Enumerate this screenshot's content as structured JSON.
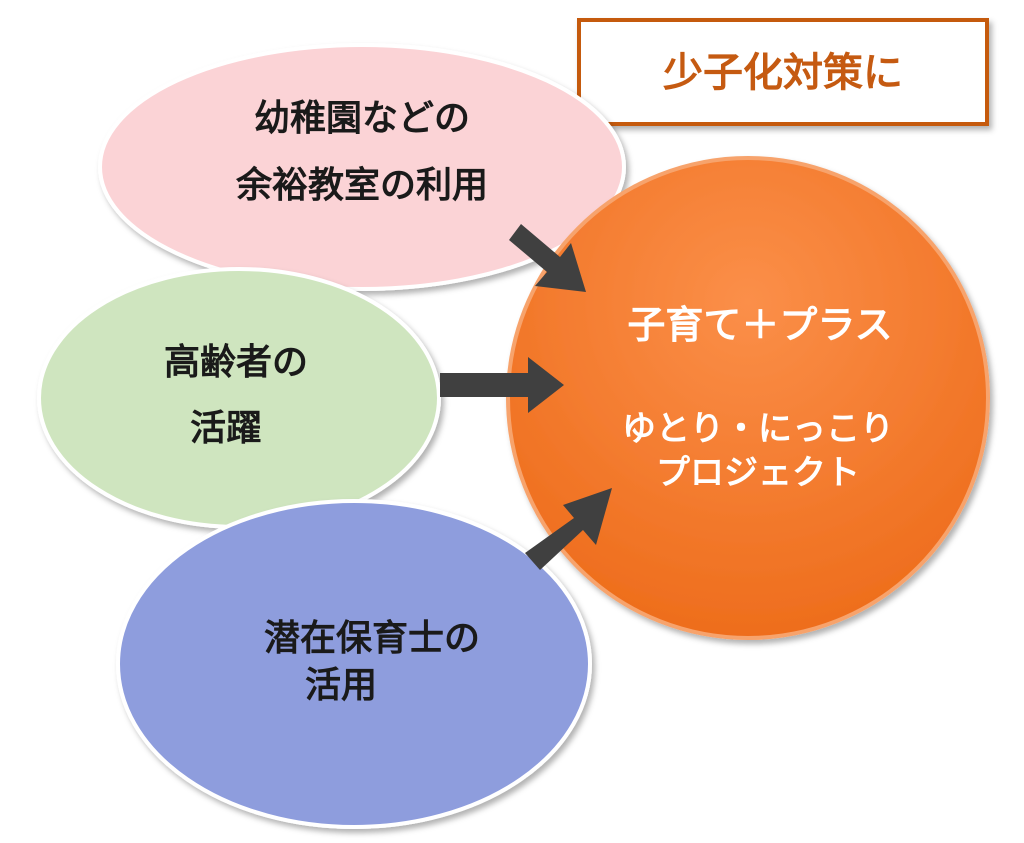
{
  "title_box": {
    "label": "少子化対策に"
  },
  "center": {
    "line1": "子育て＋プラス",
    "line2": "ゆとり・にっこり",
    "line3": "プロジェクト"
  },
  "inputs": [
    {
      "line1": "幼稚園などの",
      "line2": "余裕教室の利用"
    },
    {
      "line1": "高齢者の",
      "line2": "活躍"
    },
    {
      "line1": "潜在保育士の",
      "line2": "活用"
    }
  ],
  "colors": {
    "pink": "#fbd3d6",
    "green": "#cfe5bf",
    "blue": "#8e9ddd",
    "orange": "#f47c30",
    "title_text": "#c55a11",
    "arrow": "#404040"
  }
}
